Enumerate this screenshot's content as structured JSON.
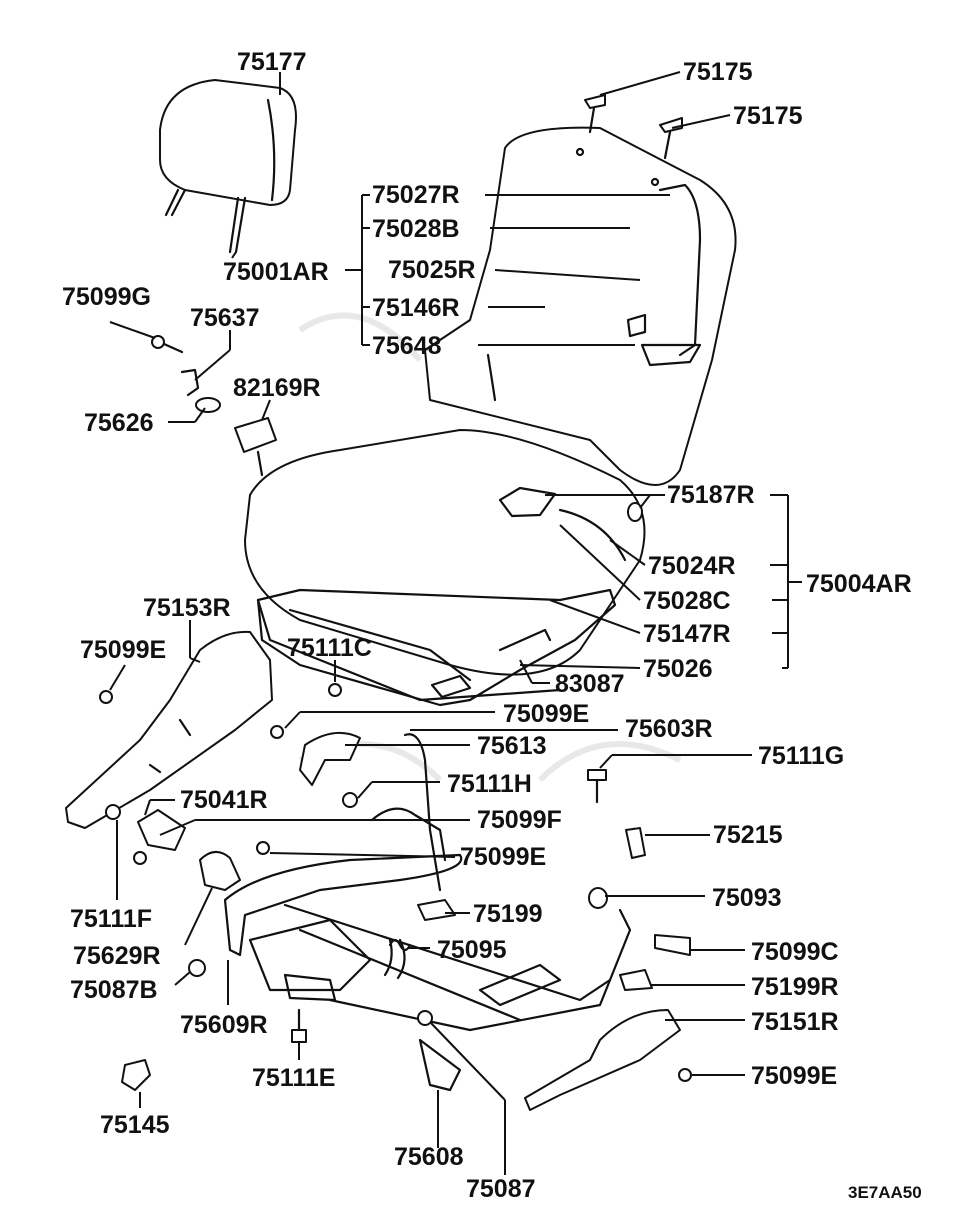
{
  "diagram": {
    "labels": {
      "l75177": "75177",
      "l75175a": "75175",
      "l75175b": "75175",
      "l75027R": "75027R",
      "l75028B": "75028B",
      "l75001AR": "75001AR",
      "l75025R": "75025R",
      "l75146R": "75146R",
      "l75648": "75648",
      "l75099G": "75099G",
      "l75637": "75637",
      "l82169R": "82169R",
      "l75626": "75626",
      "l75187R": "75187R",
      "l75024R": "75024R",
      "l75004AR": "75004AR",
      "l75028C": "75028C",
      "l75153R": "75153R",
      "l75147R": "75147R",
      "l75099E_a": "75099E",
      "l75111C": "75111C",
      "l75026": "75026",
      "l83087": "83087",
      "l75099E_b": "75099E",
      "l75603R": "75603R",
      "l75613": "75613",
      "l75111G": "75111G",
      "l75111H": "75111H",
      "l75041R": "75041R",
      "l75099F": "75099F",
      "l75215": "75215",
      "l75099E_c": "75099E",
      "l75111F": "75111F",
      "l75093": "75093",
      "l75199": "75199",
      "l75629R": "75629R",
      "l75095": "75095",
      "l75099C": "75099C",
      "l75087B": "75087B",
      "l75199R": "75199R",
      "l75609R": "75609R",
      "l75151R": "75151R",
      "l75111E": "75111E",
      "l75099E_d": "75099E",
      "l75145": "75145",
      "l75608": "75608",
      "l75087": "75087",
      "code": "3E7AA50"
    }
  }
}
